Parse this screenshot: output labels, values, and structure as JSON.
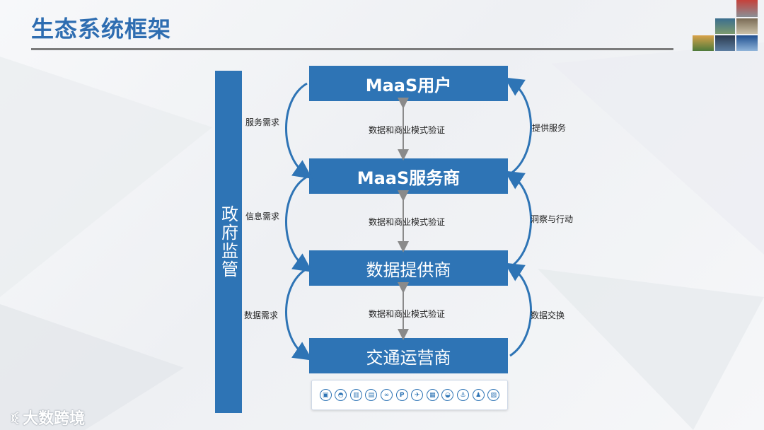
{
  "title": "生态系统框架",
  "government": {
    "label": "政府监管"
  },
  "layers": [
    {
      "label": "MaaS用户"
    },
    {
      "label": "MaaS服务商"
    },
    {
      "label": "数据提供商"
    },
    {
      "label": "交通运营商"
    }
  ],
  "center_labels": [
    "数据和商业模式验证",
    "数据和商业模式验证",
    "数据和商业模式验证"
  ],
  "left_labels": [
    "服务需求",
    "信息需求",
    "数据需求"
  ],
  "right_labels": [
    "提供服务",
    "洞察与行动",
    "数据交换"
  ],
  "icons": [
    "bus-icon",
    "car-icon",
    "tram-icon",
    "subway-icon",
    "bike-icon",
    "parking-icon",
    "plane-icon",
    "train-icon",
    "taxi-icon",
    "ship-icon",
    "walk-icon",
    "metro-icon"
  ],
  "watermark": {
    "text": "大数跨境"
  },
  "colors": {
    "primary": "#2e74b5",
    "title": "#2e6db1"
  }
}
